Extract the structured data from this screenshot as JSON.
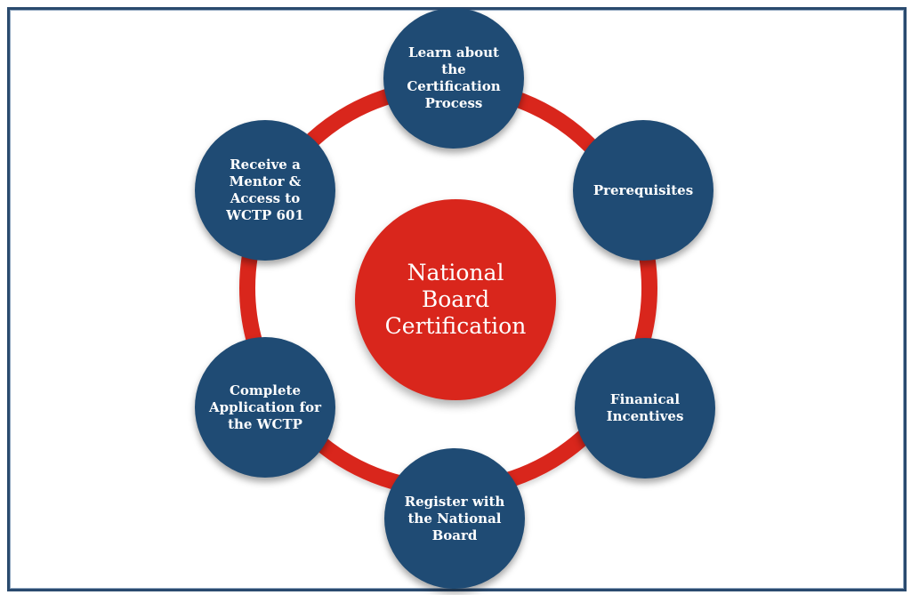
{
  "diagram": {
    "center": {
      "label": "National Board Certification",
      "color": "#d9261c"
    },
    "ring_color": "#d9261c",
    "node_color": "#1f4b74",
    "nodes": [
      {
        "id": "learn",
        "label": "Learn about the Certification Process"
      },
      {
        "id": "prereq",
        "label": "Prerequisites"
      },
      {
        "id": "finance",
        "label": "Finanical Incentives"
      },
      {
        "id": "register",
        "label": "Register with the National Board"
      },
      {
        "id": "complete",
        "label": "Complete Application for the WCTP"
      },
      {
        "id": "receive",
        "label": "Receive a Mentor & Access to WCTP 601"
      }
    ]
  }
}
